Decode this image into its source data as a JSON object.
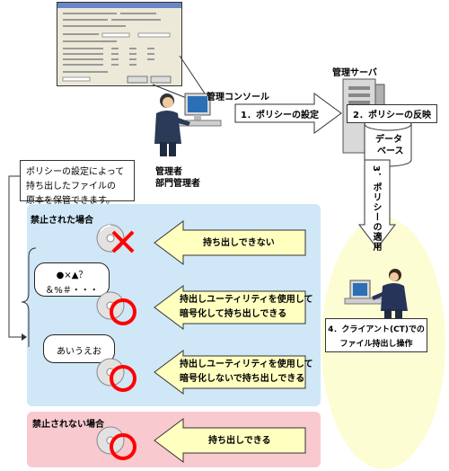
{
  "management_console": {
    "label": "管理コンソール"
  },
  "admin": {
    "line1": "管理者",
    "line2": "部門管理者"
  },
  "management_server": {
    "label": "管理サーバ",
    "db_line1": "データ",
    "db_line2": "ベース"
  },
  "steps": {
    "step1": "1．ポリシーの設定",
    "step2": "2．ポリシーの反映",
    "step3": "3．ポリシーの適用",
    "step4_line1": "4．クライアント(CT)での",
    "step4_line2": "ファイル持出し操作"
  },
  "policy_note": {
    "line1": "ポリシーの設定によって",
    "line2": "持ち出したファイルの",
    "line3": "原本を保管できます。"
  },
  "prohibited": {
    "title": "禁止された場合",
    "row1": {
      "label": "持ち出しできない"
    },
    "row2": {
      "bubble_line1": "●×▲？",
      "bubble_line2": "＆%＃・・・",
      "label_line1": "持出しユーティリティを使用して",
      "label_line2": "暗号化して持ち出しできる"
    },
    "row3": {
      "bubble": "あいうえお",
      "label_line1": "持出しユーティリティを使用して",
      "label_line2": "暗号化しないで持ち出しできる"
    }
  },
  "not_prohibited": {
    "title": "禁止されない場合",
    "label": "持ち出しできる"
  },
  "colors": {
    "prohibited_bg": "#cfe7f7",
    "allowed_bg": "#f8c9cf",
    "client_bg": "#fdfdd4",
    "arrow_fill": "#ffffc0",
    "ng_mark": "#ff0000"
  }
}
